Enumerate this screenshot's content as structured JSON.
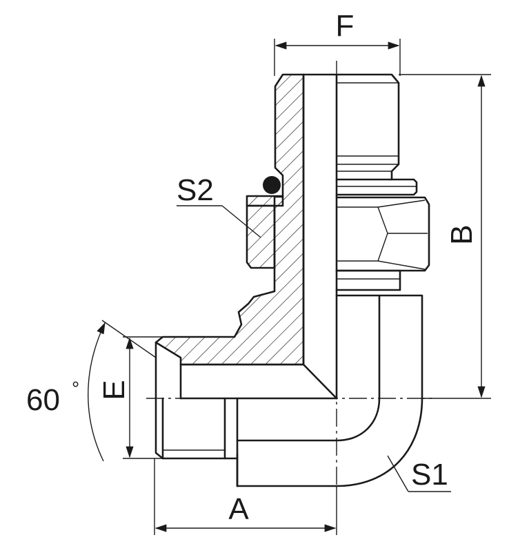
{
  "labels": {
    "F": "F",
    "B": "B",
    "E": "E",
    "A": "A",
    "S1": "S1",
    "S2": "S2",
    "angle": "60",
    "degree": "°"
  },
  "colors": {
    "line": "#1a1a1a",
    "background": "#ffffff"
  }
}
